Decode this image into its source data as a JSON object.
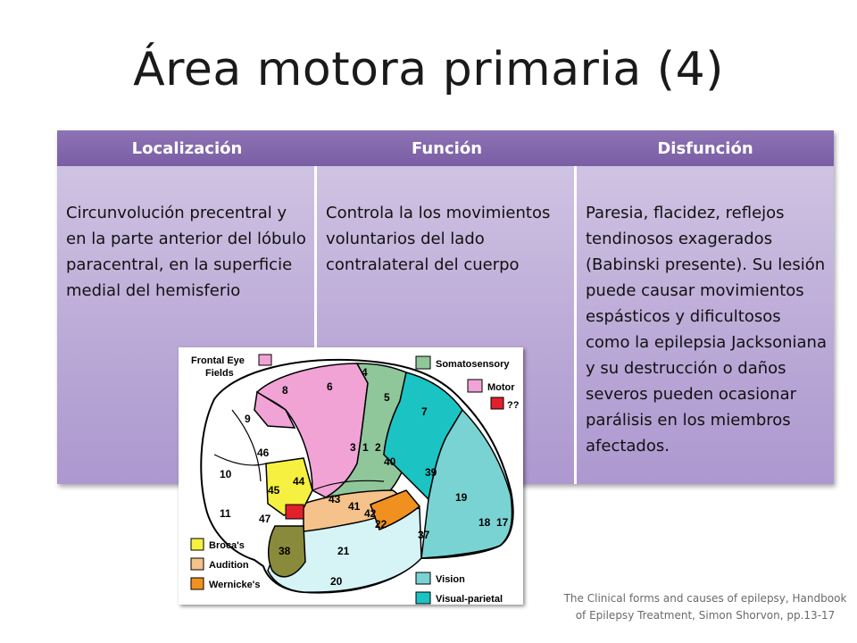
{
  "title": "Área motora primaria (4)",
  "table": {
    "headers": [
      "Localización",
      "Función",
      "Disfunción"
    ],
    "cells": [
      " Circunvolución precentral y en la parte anterior del lóbulo paracentral, en la superficie medial del hemisferio",
      " Controla la los movimientos voluntarios del lado contralateral del cuerpo",
      " Paresia, flacidez, reflejos tendinosos exagerados (Babinski presente). Su lesión puede causar movimientos espásticos y dificultosos como la epilepsia Jacksoniana y su destrucción o daños severos pueden ocasionar parálisis en los miembros afectados."
    ],
    "colors": {
      "header": "#7f64aa",
      "cell": "#c2b3db"
    }
  },
  "figure": {
    "legend_top": [
      {
        "label": "Frontal Eye\nFields",
        "color": "#f1a3d6"
      },
      {
        "label": "Somatosensory",
        "color": "#8fc79b"
      },
      {
        "label": "Motor",
        "color": "#f1a3d6"
      },
      {
        "label": "??",
        "color": "#e0202a"
      }
    ],
    "legend_top_labels": {
      "frontal_eye_fields_1": "Frontal Eye",
      "frontal_eye_fields_2": "Fields",
      "somatosensory": "Somatosensory",
      "motor": "Motor",
      "unknown": "??"
    },
    "legend_bottom_labels": {
      "broca": "Broca's",
      "audition": "Audition",
      "wernicke": "Wernicke's",
      "vision": "Vision",
      "visual_parietal": "Visual-parietal"
    },
    "area_numbers": [
      "8",
      "6",
      "4",
      "5",
      "7",
      "9",
      "46",
      "3",
      "1",
      "2",
      "40",
      "39",
      "10",
      "45",
      "44",
      "43",
      "41",
      "42",
      "22",
      "19",
      "18",
      "17",
      "11",
      "47",
      "38",
      "21",
      "37",
      "20"
    ],
    "colors": {
      "frontal": "#ffffff",
      "motor": "#f1a3d6",
      "somatosensory": "#8fc79b",
      "visual_parietal": "#1cc3c3",
      "vision": "#7ad3d3",
      "broca": "#f6f040",
      "audition": "#f4c28a",
      "wernicke": "#f0901e",
      "temporal": "#d6f4f6",
      "olive": "#8a8a3c",
      "unknown": "#e0202a"
    }
  },
  "citation": "The Clinical forms and causes of epilepsy, Handbook of Epilepsy Treatment, Simon Shorvon, pp.13-17"
}
